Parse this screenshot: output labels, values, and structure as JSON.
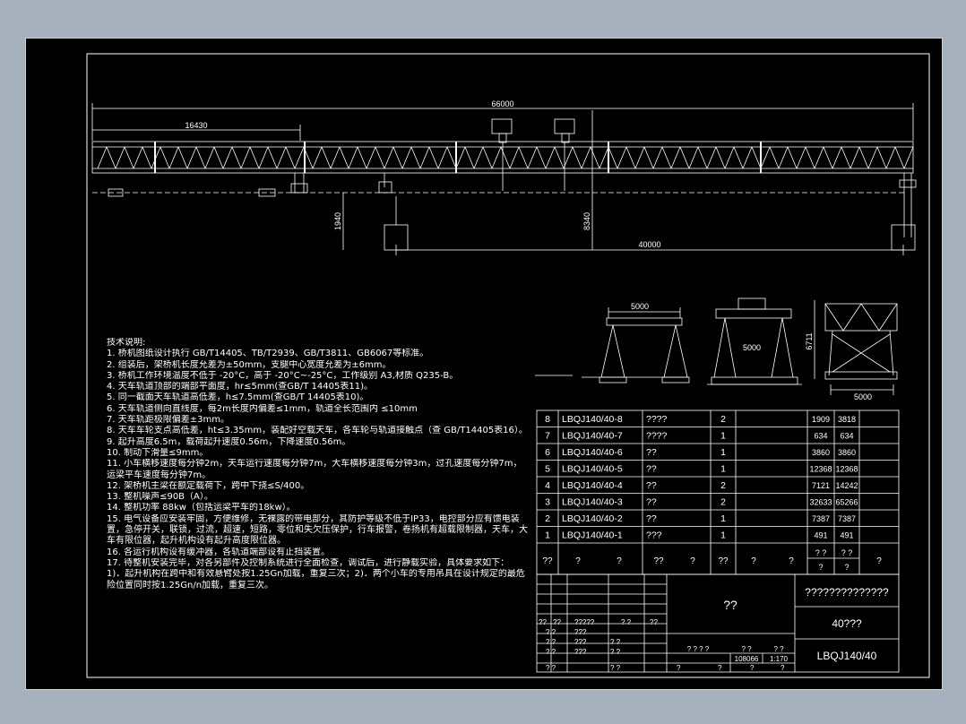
{
  "dimensions": {
    "total_span": "66000",
    "cantilever": "16430",
    "rail_span": "40000",
    "pier_height": "1940",
    "lift_height": "8340",
    "view_width_1": "5000",
    "view_width_2": "5000",
    "view_width_3": "5000",
    "view_height_3": "6711"
  },
  "notes": {
    "title": "技术说明:",
    "items": [
      "1. 桥机图纸设计执行 GB/T14405、TB/T2939、GB/T3811、GB6067等标准。",
      "2. 组装后，架桥机长度允差为±50mm，支腿中心宽度允差为±6mm。",
      "3. 桥机工作环境温度不低于 -20°C，高于 -20°C~-25°C，工作级别 A3,材质 Q235-B。",
      "4. 天车轨道顶部的端部平面度，hr≤5mm(查GB/T 14405表11)。",
      "5. 同一截面天车轨道高低差，h≤7.5mm(查GB/T 14405表10)。",
      "6. 天车轨道侧向直线度，每2m长度内偏差≤1mm，轨道全长范围内 ≤10mm",
      "7. 天车轨距极限偏差±3mm。",
      "8. 天车车轮支点高低差，ht≤3.35mm，装配好空载天车，各车轮与轨道接触点（查 GB/T14405表16）。",
      "9. 起升高度6.5m，载荷起升速度0.56m，下降速度0.56m。",
      "10. 制动下滑量≤9mm。",
      "11. 小车横移速度每分钟2m，天车运行速度每分钟7m，大车横移速度每分钟3m，过孔速度每分钟7m，运梁平车速度每分钟7m。",
      "12. 架桥机主梁在额定载荷下，跨中下挠≤S/400。",
      "13. 整机噪声≤90B（A）。",
      "14. 整机功率 88kw（包括运梁平车的18kw）。",
      "15. 电气设备应安装牢固，方便维修，无裸露的带电部分，其防护等级不低于IP33，电控部分应有馈电装置，急停开关，联锁，过流，超速，短路，零位和失欠压保护，行车报警，卷扬机有超载限制器，天车，大车有限位器，起升机构设有起升高度限位器。",
      "16. 各运行机构设有缓冲器，各轨道端部设有止挡装置。",
      "17. 待整机安装完毕，对各另部件及控制系统进行全面检查，调试后，进行静载实验，具体要求如下：",
      "1)．起升机构在跨中和有效悬臂处按1.25Gn加载，重复三次；2)．两个小车的专用吊具在设计规定的最危险位置同时按1.25Gn/n加载，重复三次。"
    ]
  },
  "bom": {
    "rows": [
      {
        "no": "8",
        "code": "LBQJ140/40-8",
        "name": "????",
        "qty": "2",
        "unit": "1909",
        "total": "3818"
      },
      {
        "no": "7",
        "code": "LBQJ140/40-7",
        "name": "????",
        "qty": "1",
        "unit": "634",
        "total": "634"
      },
      {
        "no": "6",
        "code": "LBQJ140/40-6",
        "name": "??",
        "qty": "1",
        "unit": "3860",
        "total": "3860"
      },
      {
        "no": "5",
        "code": "LBQJ140/40-5",
        "name": "??",
        "qty": "1",
        "unit": "12368",
        "total": "12368"
      },
      {
        "no": "4",
        "code": "LBQJ140/40-4",
        "name": "??",
        "qty": "2",
        "unit": "7121",
        "total": "14242"
      },
      {
        "no": "3",
        "code": "LBQJ140/40-3",
        "name": "??",
        "qty": "2",
        "unit": "32633",
        "total": "65266"
      },
      {
        "no": "2",
        "code": "LBQJ140/40-2",
        "name": "??",
        "qty": "1",
        "unit": "7387",
        "total": "7387"
      },
      {
        "no": "1",
        "code": "LBQJ140/40-1",
        "name": "???",
        "qty": "1",
        "unit": "491",
        "total": "491"
      }
    ],
    "header": {
      "no": "??",
      "code": "?",
      "code2": "?",
      "name": "??",
      "name2": "?",
      "qty": "??",
      "mat": "?",
      "mat2": "?",
      "unit": "? ?",
      "total": "? ?",
      "unit_sub": "?",
      "total_sub": "?",
      "remark": "?"
    }
  },
  "title_block": {
    "part_name": "??",
    "company": "??????????????",
    "model": "40???",
    "drawing_no": "LBQJ140/40",
    "weight": "108066",
    "scale": "1:170",
    "row_a": [
      "??",
      "??",
      "?????",
      "? ?",
      "??"
    ],
    "row_b": [
      "? ?",
      "???"
    ],
    "row_c": [
      "? ?",
      "???",
      "? ?"
    ],
    "row_d": [
      "? ?",
      "???",
      "? ?"
    ],
    "row_e": [
      "? ?",
      "? ?"
    ],
    "stage_labels": [
      "? ? ? ?",
      "? ?",
      "? ?"
    ],
    "sheet_labels": [
      "?",
      "?",
      "?",
      "?"
    ]
  }
}
